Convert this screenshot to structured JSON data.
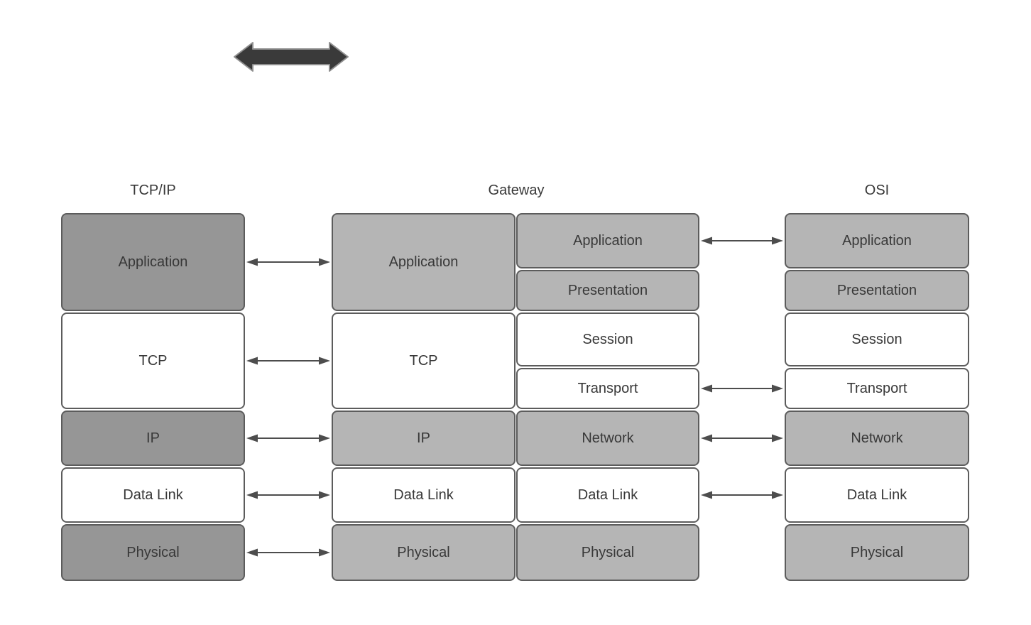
{
  "diagram": {
    "title": "",
    "headers": {
      "tcpip": "TCP/IP",
      "gateway": "Gateway",
      "osi": "OSI"
    },
    "columns": [
      {
        "id": "tcpip",
        "layers": [
          {
            "label": "Application",
            "shade": "dark",
            "size": "r1"
          },
          {
            "label": "TCP",
            "shade": "white",
            "size": "r2"
          },
          {
            "label": "IP",
            "shade": "dark",
            "size": "r3"
          },
          {
            "label": "Data Link",
            "shade": "white",
            "size": "r3"
          },
          {
            "label": "Physical",
            "shade": "dark",
            "size": "r4"
          }
        ]
      },
      {
        "id": "gateway-left",
        "layers": [
          {
            "label": "Application",
            "shade": "light",
            "size": "r1"
          },
          {
            "label": "TCP",
            "shade": "white",
            "size": "r2"
          },
          {
            "label": "IP",
            "shade": "light",
            "size": "r3"
          },
          {
            "label": "Data Link",
            "shade": "white",
            "size": "r3"
          },
          {
            "label": "Physical",
            "shade": "light",
            "size": "r4"
          }
        ]
      },
      {
        "id": "gateway-right",
        "layers": [
          {
            "label": "Application",
            "shade": "light",
            "size": "s1"
          },
          {
            "label": "Presentation",
            "shade": "light",
            "size": "s2"
          },
          {
            "label": "Session",
            "shade": "white",
            "size": "s3"
          },
          {
            "label": "Transport",
            "shade": "white",
            "size": "s2"
          },
          {
            "label": "Network",
            "shade": "light",
            "size": "r3"
          },
          {
            "label": "Data Link",
            "shade": "white",
            "size": "r3"
          },
          {
            "label": "Physical",
            "shade": "light",
            "size": "r4"
          }
        ]
      },
      {
        "id": "osi",
        "layers": [
          {
            "label": "Application",
            "shade": "light",
            "size": "s1"
          },
          {
            "label": "Presentation",
            "shade": "light",
            "size": "s2"
          },
          {
            "label": "Session",
            "shade": "white",
            "size": "s3"
          },
          {
            "label": "Transport",
            "shade": "white",
            "size": "s2"
          },
          {
            "label": "Network",
            "shade": "light",
            "size": "r3"
          },
          {
            "label": "Data Link",
            "shade": "white",
            "size": "r3"
          },
          {
            "label": "Physical",
            "shade": "light",
            "size": "r4"
          }
        ]
      }
    ],
    "connections": {
      "tcpip_to_gateway": [
        "Application",
        "TCP",
        "IP",
        "Data Link",
        "Physical"
      ],
      "gateway_to_osi": [
        "Application",
        "Transport",
        "Network",
        "Data Link"
      ]
    },
    "shapes": {
      "top_arrow": "double-headed-arrow"
    },
    "colors": {
      "box_dark": "#969696",
      "box_light": "#b5b5b5",
      "box_white": "#ffffff",
      "box_border": "#5c5c5c",
      "text": "#383838",
      "connector": "#4d4d4d",
      "thick_arrow_fill": "#3a3a3a",
      "thick_arrow_stroke": "#8f8f8f"
    }
  }
}
